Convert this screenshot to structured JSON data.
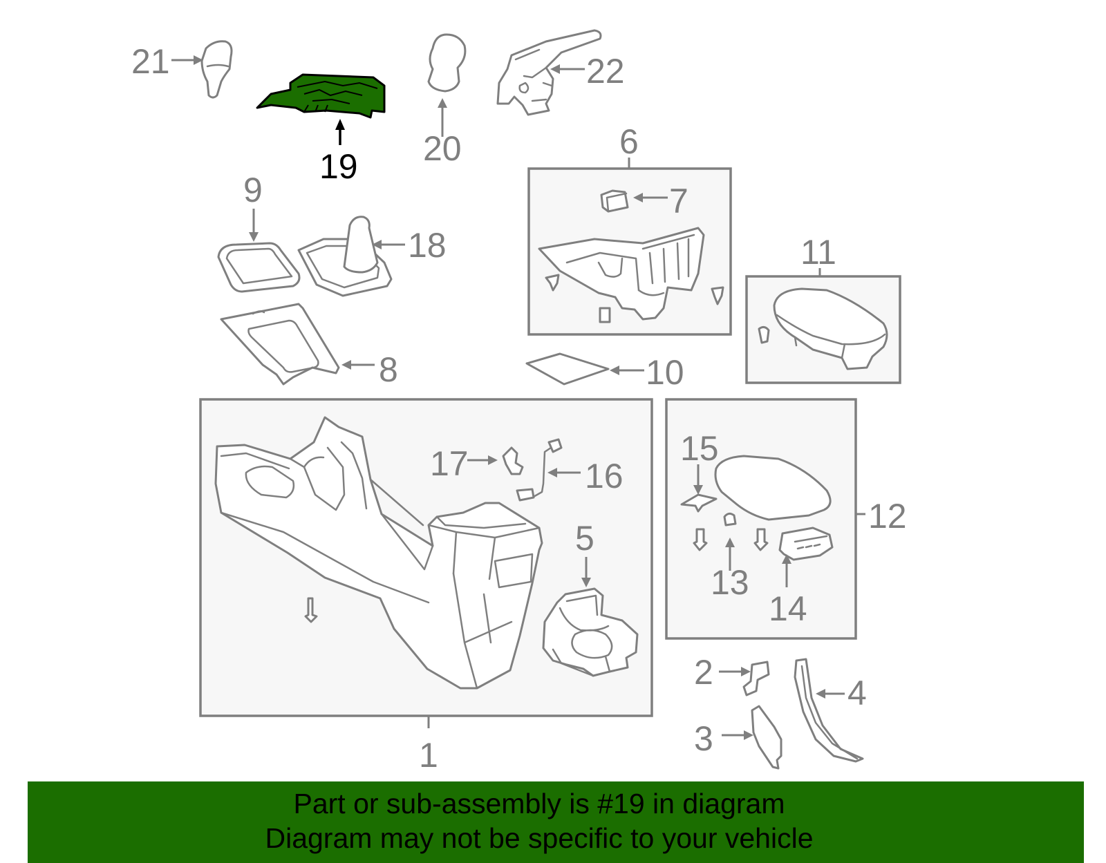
{
  "diagram": {
    "highlight_color": "#1b6e00",
    "highlighted_part": "19",
    "callouts": {
      "p1": "1",
      "p2": "2",
      "p3": "3",
      "p4": "4",
      "p5": "5",
      "p6": "6",
      "p7": "7",
      "p8": "8",
      "p9": "9",
      "p10": "10",
      "p11": "11",
      "p12": "12",
      "p13": "13",
      "p14": "14",
      "p15": "15",
      "p16": "16",
      "p17": "17",
      "p18": "18",
      "p19": "19",
      "p20": "20",
      "p21": "21",
      "p22": "22"
    }
  },
  "banner": {
    "line1": "Part or sub-assembly is #19 in diagram",
    "line2": "Diagram may not be specific to your vehicle",
    "background": "#1b6e00"
  }
}
